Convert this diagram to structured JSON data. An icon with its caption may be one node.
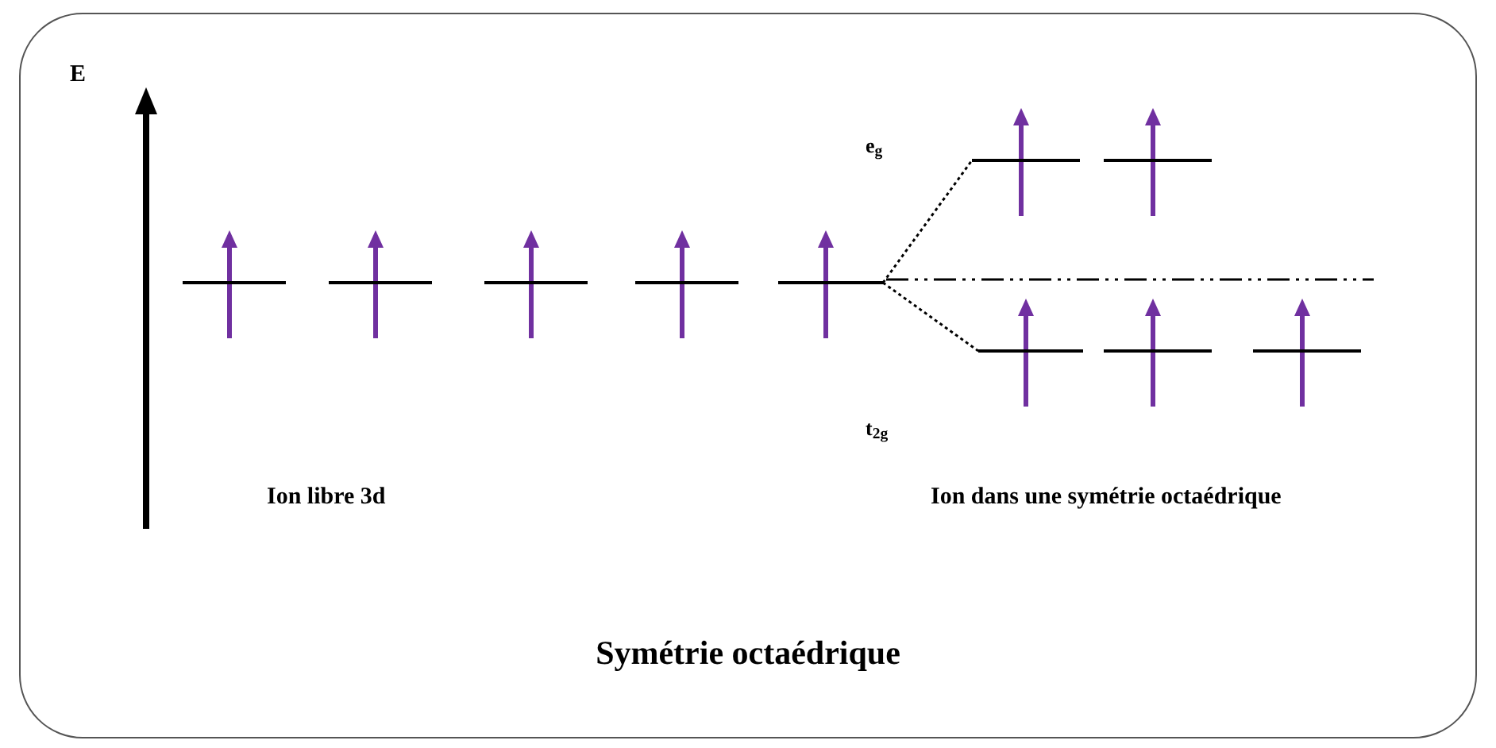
{
  "diagram": {
    "caption": "Symétrie octaédrique",
    "nodes": [
      {
        "text": [],
        "shape": "bar"
      },
      {
        "text": [],
        "shape": "bar"
      },
      {
        "text": [],
        "shape": "bar"
      },
      {
        "text": [],
        "shape": "bar"
      },
      {
        "text": [],
        "shape": "bar"
      },
      {
        "text": [],
        "shape": "bar"
      },
      {
        "text": [],
        "shape": "bar"
      },
      {
        "text": [],
        "shape": "bar"
      },
      {
        "text": [],
        "shape": "bar"
      },
      {
        "text": [],
        "shape": "bar"
      }
    ],
    "edges": [
      {
        "from": 4,
        "to": 5,
        "arrow": "none",
        "style": "dashed"
      },
      {
        "from": 4,
        "to": 7,
        "arrow": "none",
        "style": "dashed"
      }
    ],
    "labels": [
      "E",
      "e$_{g}$",
      "t$_{2g}$",
      "Ion libre 3d",
      "Ion dans une symétrie octaédrique"
    ]
  }
}
